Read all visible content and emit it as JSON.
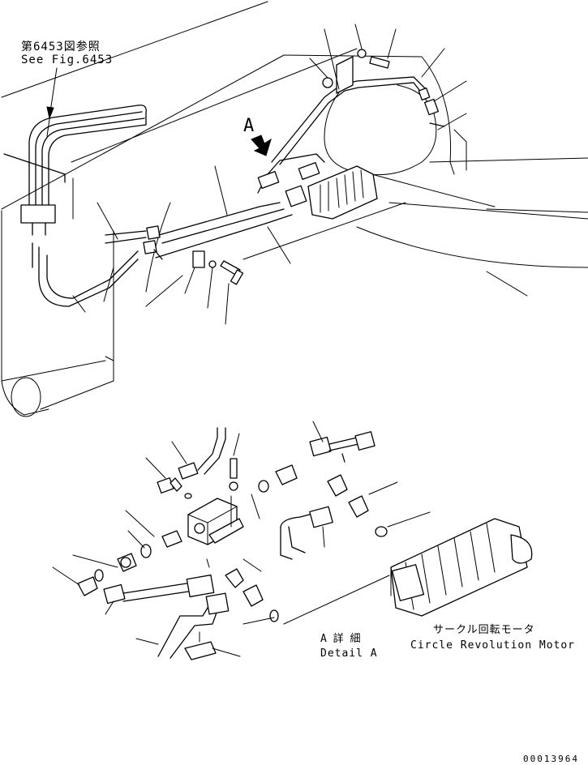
{
  "labels": {
    "ref_fig_jp": "第6453図参照",
    "ref_fig_en": "See Fig.6453",
    "view_marker": "A",
    "detail_jp": "A 詳 細",
    "detail_en": "Detail A",
    "motor_jp": "サークル回転モータ",
    "motor_en": "Circle Revolution Motor",
    "drawing_number": "00013964"
  }
}
